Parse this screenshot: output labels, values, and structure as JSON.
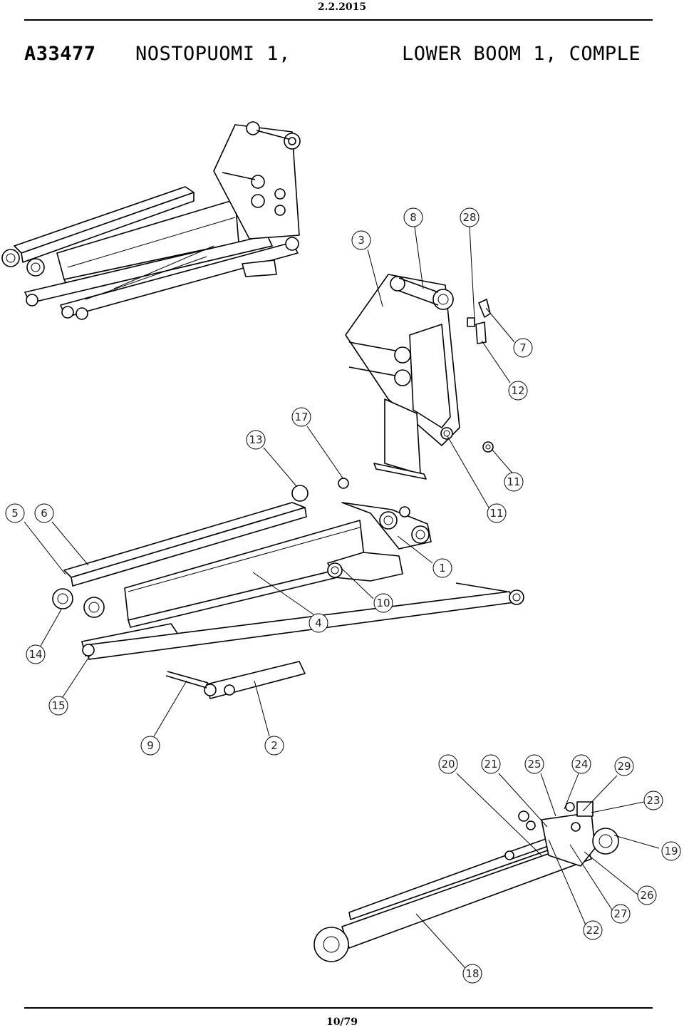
{
  "header": {
    "date": "2.2.2015"
  },
  "title": {
    "code": "A33477",
    "name_fi": "NOSTOPUOMI 1,",
    "name_en": "LOWER BOOM 1, COMPLE"
  },
  "footer": {
    "page": "10/79"
  },
  "callouts": [
    {
      "id": "c1",
      "label": "1"
    },
    {
      "id": "c2",
      "label": "2"
    },
    {
      "id": "c3",
      "label": "3"
    },
    {
      "id": "c4",
      "label": "4"
    },
    {
      "id": "c5",
      "label": "5"
    },
    {
      "id": "c6",
      "label": "6"
    },
    {
      "id": "c7",
      "label": "7"
    },
    {
      "id": "c8",
      "label": "8"
    },
    {
      "id": "c9",
      "label": "9"
    },
    {
      "id": "c10",
      "label": "10"
    },
    {
      "id": "c11a",
      "label": "11"
    },
    {
      "id": "c11b",
      "label": "11"
    },
    {
      "id": "c12",
      "label": "12"
    },
    {
      "id": "c13",
      "label": "13"
    },
    {
      "id": "c14",
      "label": "14"
    },
    {
      "id": "c15",
      "label": "15"
    },
    {
      "id": "c17",
      "label": "17"
    },
    {
      "id": "c18",
      "label": "18"
    },
    {
      "id": "c19",
      "label": "19"
    },
    {
      "id": "c20",
      "label": "20"
    },
    {
      "id": "c21",
      "label": "21"
    },
    {
      "id": "c22",
      "label": "22"
    },
    {
      "id": "c23",
      "label": "23"
    },
    {
      "id": "c24",
      "label": "24"
    },
    {
      "id": "c25",
      "label": "25"
    },
    {
      "id": "c26",
      "label": "26"
    },
    {
      "id": "c27",
      "label": "27"
    },
    {
      "id": "c28",
      "label": "28"
    },
    {
      "id": "c29",
      "label": "29"
    }
  ]
}
